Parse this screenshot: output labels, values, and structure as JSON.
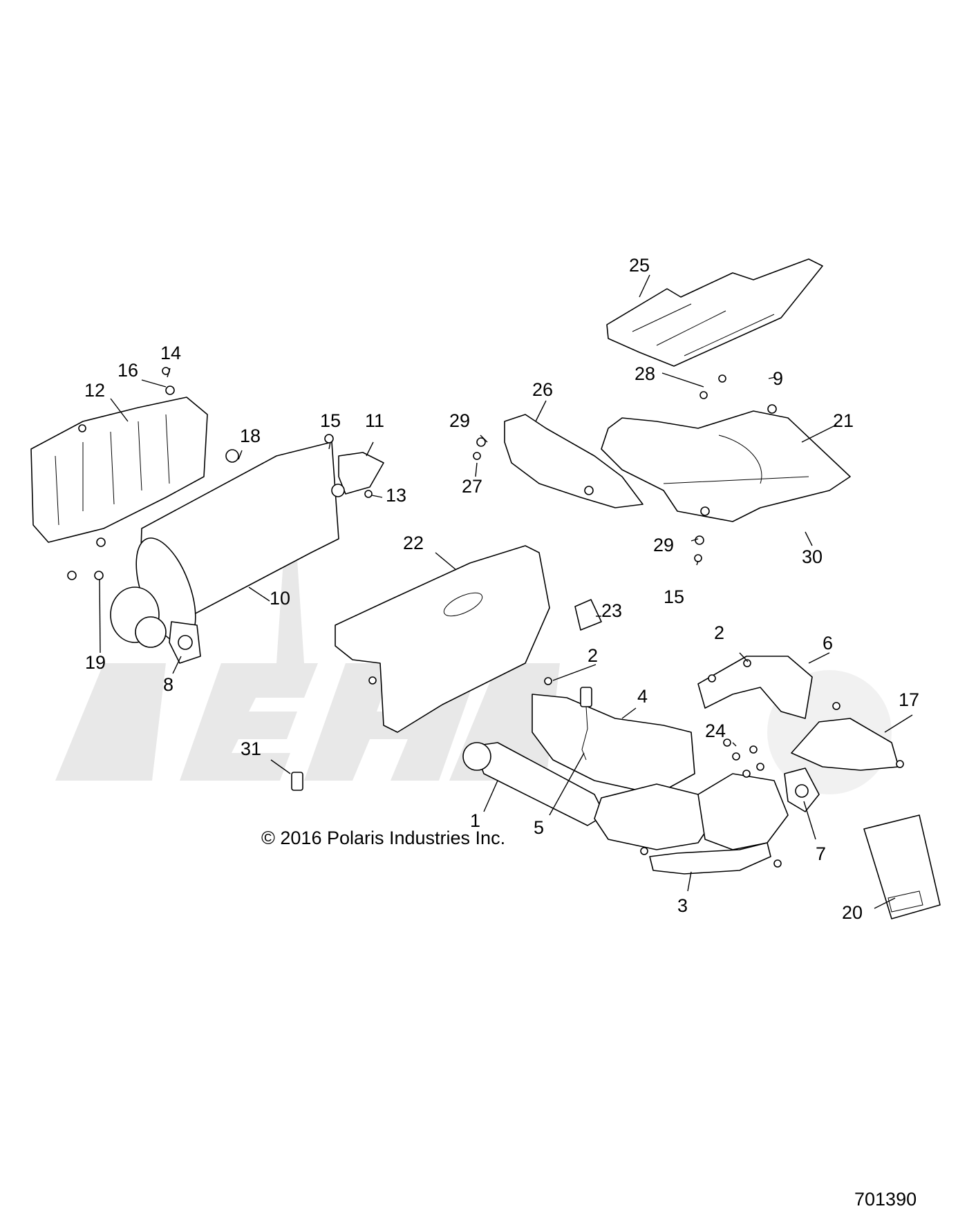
{
  "copyright": "© 2016 Polaris Industries Inc.",
  "document_number": "701390",
  "callouts": [
    {
      "id": "c25",
      "label": "25"
    },
    {
      "id": "c9",
      "label": "9"
    },
    {
      "id": "c28",
      "label": "28"
    },
    {
      "id": "c14",
      "label": "14"
    },
    {
      "id": "c16",
      "label": "16"
    },
    {
      "id": "c12",
      "label": "12"
    },
    {
      "id": "c26",
      "label": "26"
    },
    {
      "id": "c21",
      "label": "21"
    },
    {
      "id": "c29a",
      "label": "29"
    },
    {
      "id": "c27",
      "label": "27"
    },
    {
      "id": "c15a",
      "label": "15"
    },
    {
      "id": "c11",
      "label": "11"
    },
    {
      "id": "c18",
      "label": "18"
    },
    {
      "id": "c13",
      "label": "13"
    },
    {
      "id": "c22",
      "label": "22"
    },
    {
      "id": "c29b",
      "label": "29"
    },
    {
      "id": "c30",
      "label": "30"
    },
    {
      "id": "c23",
      "label": "23"
    },
    {
      "id": "c15b",
      "label": "15"
    },
    {
      "id": "c10",
      "label": "10"
    },
    {
      "id": "c2a",
      "label": "2"
    },
    {
      "id": "c6",
      "label": "6"
    },
    {
      "id": "c19",
      "label": "19"
    },
    {
      "id": "c8",
      "label": "8"
    },
    {
      "id": "c2b",
      "label": "2"
    },
    {
      "id": "c4",
      "label": "4"
    },
    {
      "id": "c17",
      "label": "17"
    },
    {
      "id": "c24",
      "label": "24"
    },
    {
      "id": "c31",
      "label": "31"
    },
    {
      "id": "c1",
      "label": "1"
    },
    {
      "id": "c5",
      "label": "5"
    },
    {
      "id": "c7",
      "label": "7"
    },
    {
      "id": "c3",
      "label": "3"
    },
    {
      "id": "c20",
      "label": "20"
    }
  ]
}
